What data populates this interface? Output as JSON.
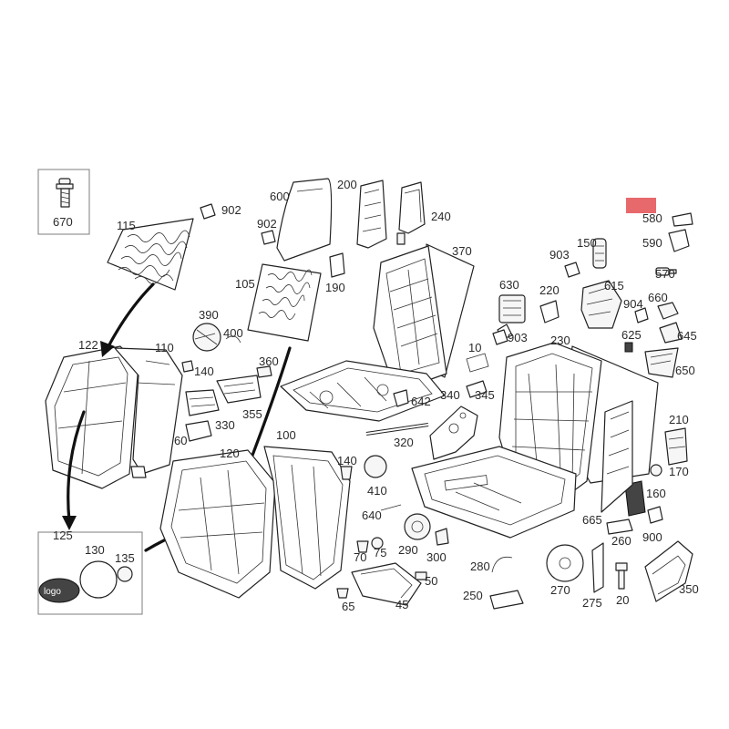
{
  "diagram": {
    "marker_color": "#e8696c",
    "line_color": "#222222",
    "labels": {
      "l670": "670",
      "l115": "115",
      "l902a": "902",
      "l902b": "902",
      "l600": "600",
      "l200": "200",
      "l240": "240",
      "l370": "370",
      "l580": "580",
      "l590": "590",
      "l570": "570",
      "l903a": "903",
      "l150": "150",
      "l630": "630",
      "l220": "220",
      "l615": "615",
      "l904": "904",
      "l660": "660",
      "l625": "625",
      "l645": "645",
      "l650": "650",
      "l903b": "903",
      "l230": "230",
      "l190": "190",
      "l105": "105",
      "l390": "390",
      "l400": "400",
      "l122": "122",
      "l110": "110",
      "l140a": "140",
      "l360": "360",
      "l10": "10",
      "l642": "642",
      "l340": "340",
      "l345": "345",
      "l355": "355",
      "l330": "330",
      "l60": "60",
      "l120": "120",
      "l100": "100",
      "l320": "320",
      "l140b": "140",
      "l410": "410",
      "l210": "210",
      "l170": "170",
      "l160": "160",
      "l665": "665",
      "l260": "260",
      "l900": "900",
      "l640": "640",
      "l125": "125",
      "l130": "130",
      "l135": "135",
      "l70": "70",
      "l75": "75",
      "l290": "290",
      "l300": "300",
      "l280": "280",
      "l50": "50",
      "l270": "270",
      "l350": "350",
      "l20": "20",
      "l275": "275",
      "l250": "250",
      "l65": "65",
      "l45": "45"
    }
  }
}
